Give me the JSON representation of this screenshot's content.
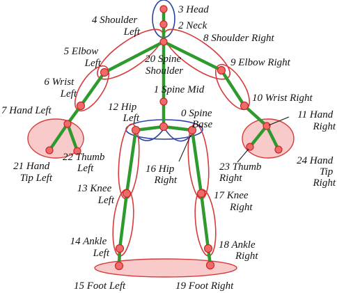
{
  "colors": {
    "bone": "#2e9a2e",
    "joint": "#f06a6a",
    "group_outline": "#d63a3a",
    "spine_outline": "#2a3fa8",
    "hand_foot_fill": "#f7b8b8"
  },
  "joints": {
    "head": {
      "line1": "3 Head"
    },
    "neck": {
      "line1": "2 Neck"
    },
    "shoulder_left": {
      "line1": "4 Shoulder",
      "line2": "Left"
    },
    "shoulder_right": {
      "line1": "8 Shoulder Right"
    },
    "spine_shoulder": {
      "line1": "20 Spine",
      "line2": "Shoulder"
    },
    "elbow_left": {
      "line1": "5 Elbow",
      "line2": "Left"
    },
    "elbow_right": {
      "line1": "9 Elbow Right"
    },
    "spine_mid": {
      "line1": "1 Spine Mid"
    },
    "wrist_left": {
      "line1": "6 Wrist",
      "line2": "Left"
    },
    "wrist_right": {
      "line1": "10 Wrist Right"
    },
    "hip_left": {
      "line1": "12 Hip",
      "line2": "Left"
    },
    "spine_base": {
      "line1": "0 Spine",
      "line2": "Base"
    },
    "hand_left": {
      "line1": "7 Hand Left"
    },
    "hand_right": {
      "line1": "11 Hand",
      "line2": "Right"
    },
    "hand_tip_left": {
      "line1": "21 Hand",
      "line2": "Tip Left"
    },
    "thumb_left": {
      "line1": "22 Thumb",
      "line2": "Left"
    },
    "hip_right": {
      "line1": "16 Hip",
      "line2": "Right"
    },
    "thumb_right": {
      "line1": "23 Thumb",
      "line2": "Right"
    },
    "hand_tip_right": {
      "line1": "24 Hand",
      "line2": "Tip",
      "line3": "Right"
    },
    "knee_left": {
      "line1": "13 Knee",
      "line2": "Left"
    },
    "knee_right": {
      "line1": "17 Knee",
      "line2": "Right"
    },
    "ankle_left": {
      "line1": "14 Ankle",
      "line2": "Left"
    },
    "ankle_right": {
      "line1": "18 Ankle",
      "line2": "Right"
    },
    "foot_left": {
      "line1": "15 Foot Left"
    },
    "foot_right": {
      "line1": "19 Foot Right"
    }
  }
}
